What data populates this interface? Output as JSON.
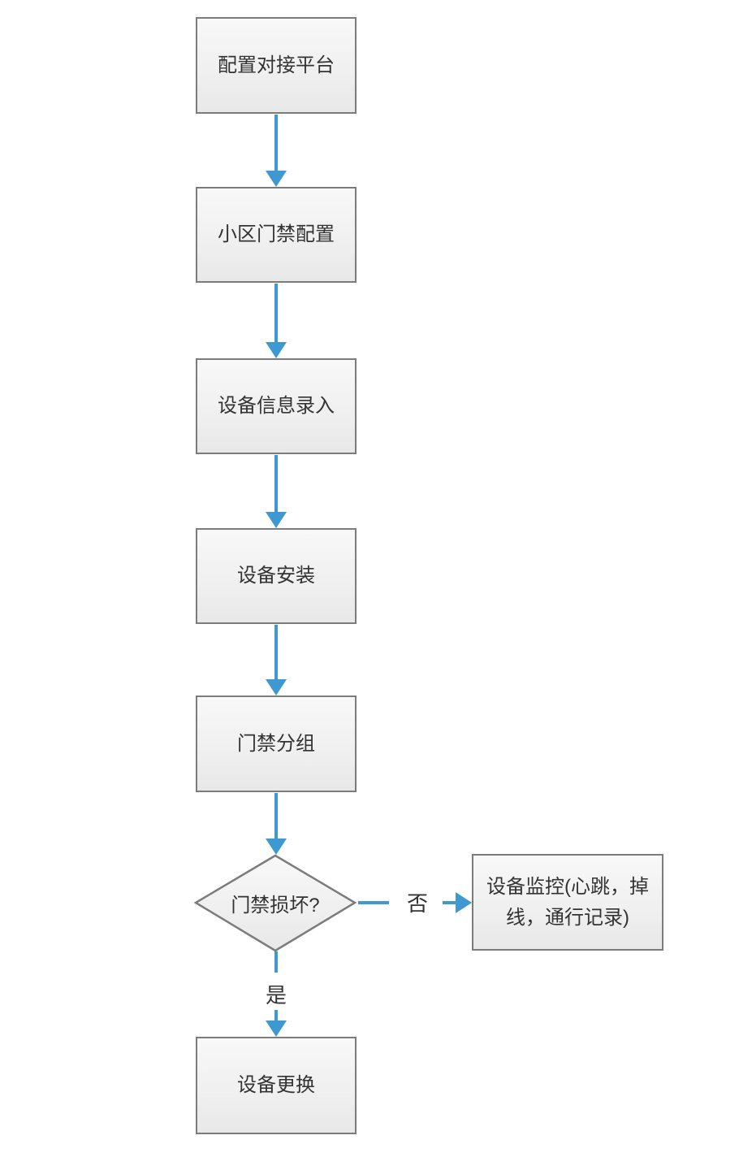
{
  "flowchart": {
    "nodes": [
      {
        "id": "configure-platform",
        "type": "process",
        "label": "配置对接平台"
      },
      {
        "id": "community-access-config",
        "type": "process",
        "label": "小区门禁配置"
      },
      {
        "id": "device-info-entry",
        "type": "process",
        "label": "设备信息录入"
      },
      {
        "id": "device-install",
        "type": "process",
        "label": "设备安装"
      },
      {
        "id": "access-grouping",
        "type": "process",
        "label": "门禁分组"
      },
      {
        "id": "access-damaged-decision",
        "type": "decision",
        "label": "门禁损坏?"
      },
      {
        "id": "device-monitoring",
        "type": "process",
        "label": "设备监控(心跳，掉线，通行记录)"
      },
      {
        "id": "device-replacement",
        "type": "process",
        "label": "设备更换"
      }
    ],
    "edges": [
      {
        "from": "configure-platform",
        "to": "community-access-config",
        "label": ""
      },
      {
        "from": "community-access-config",
        "to": "device-info-entry",
        "label": ""
      },
      {
        "from": "device-info-entry",
        "to": "device-install",
        "label": ""
      },
      {
        "from": "device-install",
        "to": "access-grouping",
        "label": ""
      },
      {
        "from": "access-grouping",
        "to": "access-damaged-decision",
        "label": ""
      },
      {
        "from": "access-damaged-decision",
        "to": "device-monitoring",
        "label": "否"
      },
      {
        "from": "access-damaged-decision",
        "to": "device-replacement",
        "label": "是"
      }
    ],
    "colors": {
      "arrow": "#3E98D1",
      "node_border": "#7C7C7C",
      "node_fill_top": "#F8F8F8",
      "node_fill_bottom": "#E8E8E8",
      "text": "#333333",
      "background": "#FFFFFF"
    }
  }
}
